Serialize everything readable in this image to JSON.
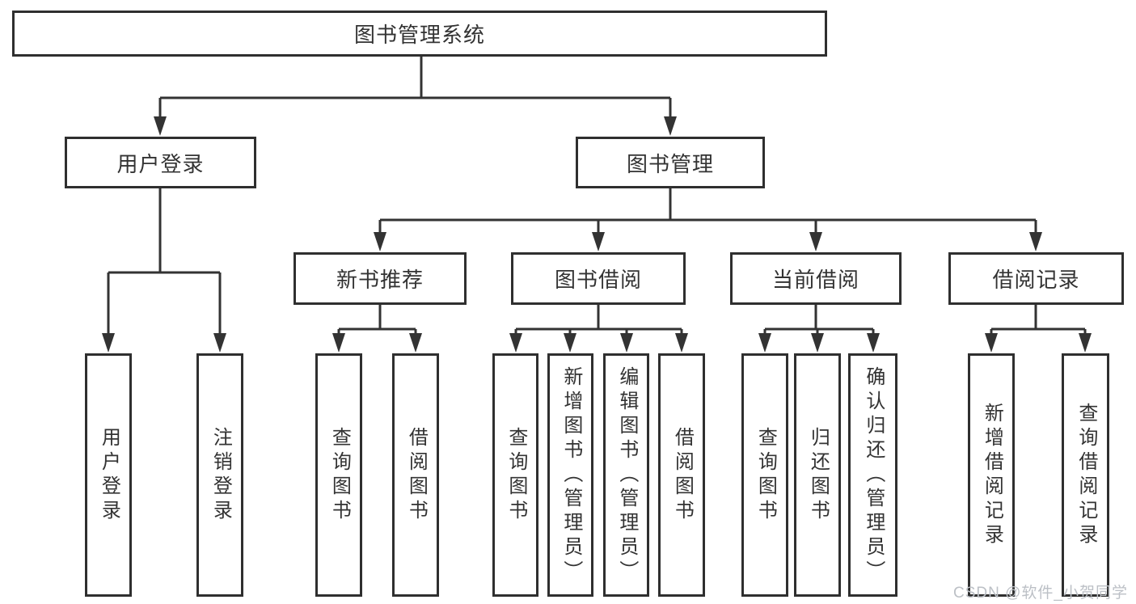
{
  "diagram": {
    "root": {
      "label": "图书管理系统"
    },
    "branches": [
      {
        "label": "用户登录",
        "leaves": [
          {
            "label": "用户登录"
          },
          {
            "label": "注销登录"
          }
        ]
      },
      {
        "label": "图书管理",
        "sections": [
          {
            "label": "新书推荐",
            "leaves": [
              {
                "label": "查询图书"
              },
              {
                "label": "借阅图书"
              }
            ]
          },
          {
            "label": "图书借阅",
            "leaves": [
              {
                "label": "查询图书"
              },
              {
                "label": "新增图书（管理员）"
              },
              {
                "label": "编辑图书（管理员）"
              },
              {
                "label": "借阅图书"
              }
            ]
          },
          {
            "label": "当前借阅",
            "leaves": [
              {
                "label": "查询图书"
              },
              {
                "label": "归还图书"
              },
              {
                "label": "确认归还（管理员）"
              }
            ]
          },
          {
            "label": "借阅记录",
            "leaves": [
              {
                "label": "新增借阅记录"
              },
              {
                "label": "查询借阅记录"
              }
            ]
          }
        ]
      }
    ],
    "colors": {
      "line": "#333333",
      "box_border": "#2f2f2f",
      "box_fill": "#ffffff",
      "text": "#333333",
      "watermark": "#bcc0c6"
    },
    "watermark": "CSDN @软件_小贺同学"
  }
}
